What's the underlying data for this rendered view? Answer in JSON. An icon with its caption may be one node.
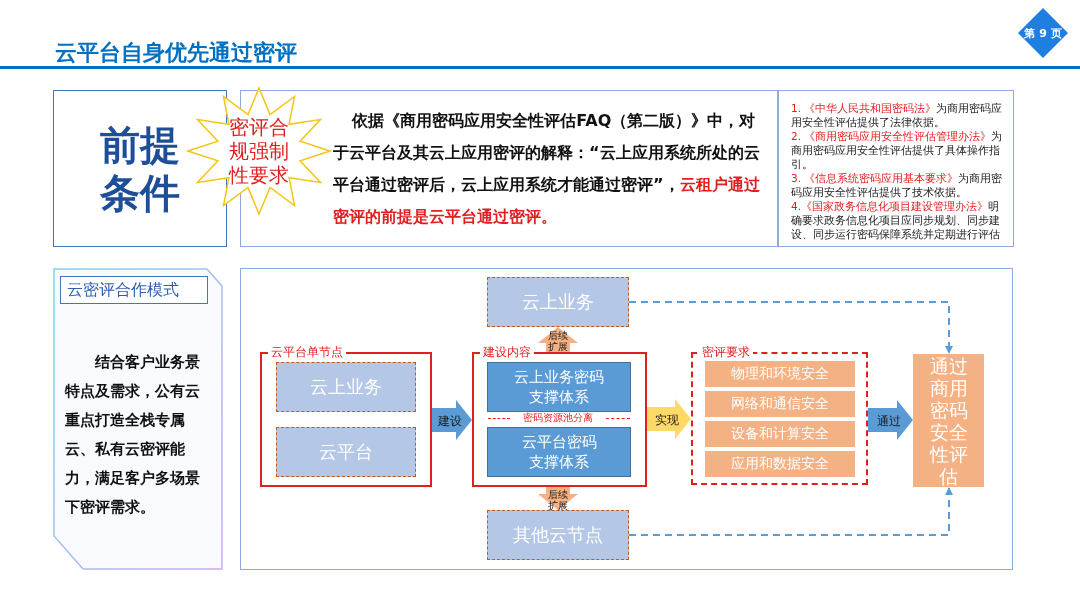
{
  "diagram": {
    "title": "云平台自身优先通过密评",
    "nodes": [
      {
        "text": [
          "前提条件"
        ]
      },
      {
        "text": [
          "密评合规强制性要求"
        ]
      },
      {
        "text": [
          "依据《商用密码应用安全性评估FAQ（第二版）》中，对于云平台及其云上应用密评的解释：“云上应用系统所处的云平台通过密评后，云上应用系统才能通过密评”，",
          "云租户通过密评的前提是云平台通过密评。"
        ]
      },
      {
        "text": [
          "1. 《中华人民共和国密码法》",
          "为商用密码应用安全性评估提供了法律依据。",
          "2. 《商用密码应用安全性评估管理办法》",
          "为商用密码应用安全性评估提供了具体操作指引。",
          "3. 《信息系统密码应用基本要求》",
          "为商用密码应用安全性评估提供了技术依据。",
          "4.《国家政务信息化项目建设管理办法》",
          "明确要求政务信息化项目应同步规划、同步建设、同步运行密码保障系统并定期进行评估"
        ]
      },
      {
        "text": [
          "云密评合作模式",
          "结合客户业务景特点及需求，公有云重点打造全栈专属云、私有云密评能力，满足客户多场景下密评需求。"
        ]
      },
      {
        "text": [
          "云上业务"
        ]
      },
      {
        "text": [
          "云平台单节点"
        ]
      },
      {
        "text": [
          "云上业务"
        ],
        "in": 6
      },
      {
        "text": [
          "云平台"
        ],
        "in": 6
      },
      {
        "text": [
          "建设内容"
        ]
      },
      {
        "text": [
          "云上业务密码支撑体系"
        ],
        "in": 9
      },
      {
        "text": [
          "云平台密码支撑体系"
        ],
        "in": 9
      },
      {
        "text": [
          "其他云节点"
        ]
      },
      {
        "text": [
          "密评要求"
        ]
      },
      {
        "text": [
          "物理和环境安全"
        ],
        "in": 13
      },
      {
        "text": [
          "网络和通信安全"
        ],
        "in": 13
      },
      {
        "text": [
          "设备和计算安全"
        ],
        "in": 13
      },
      {
        "text": [
          "应用和数据安全"
        ],
        "in": 13
      },
      {
        "text": [
          "通过商用密码安全性评估"
        ]
      }
    ],
    "edges": [
      {
        "from": 6,
        "to": 9,
        "arrow": "to",
        "label": "建设"
      },
      {
        "from": 9,
        "to": 5,
        "arrow": "to",
        "label": "后续扩展",
        "color": "#f4b183"
      },
      {
        "from": 9,
        "to": 12,
        "arrow": "to",
        "label": "后续扩展",
        "color": "#f4b183"
      },
      {
        "from": 9,
        "to": 13,
        "arrow": "to",
        "label": "实现",
        "color": "#ffd966"
      },
      {
        "from": 13,
        "to": 18,
        "arrow": "to",
        "label": "通过"
      },
      {
        "from": 5,
        "to": 18,
        "arrow": "to",
        "style": "dashed"
      },
      {
        "from": 12,
        "to": 18,
        "arrow": "to",
        "style": "dashed"
      }
    ],
    "labels": [
      "第 9 页",
      "密码资源池分离"
    ]
  }
}
